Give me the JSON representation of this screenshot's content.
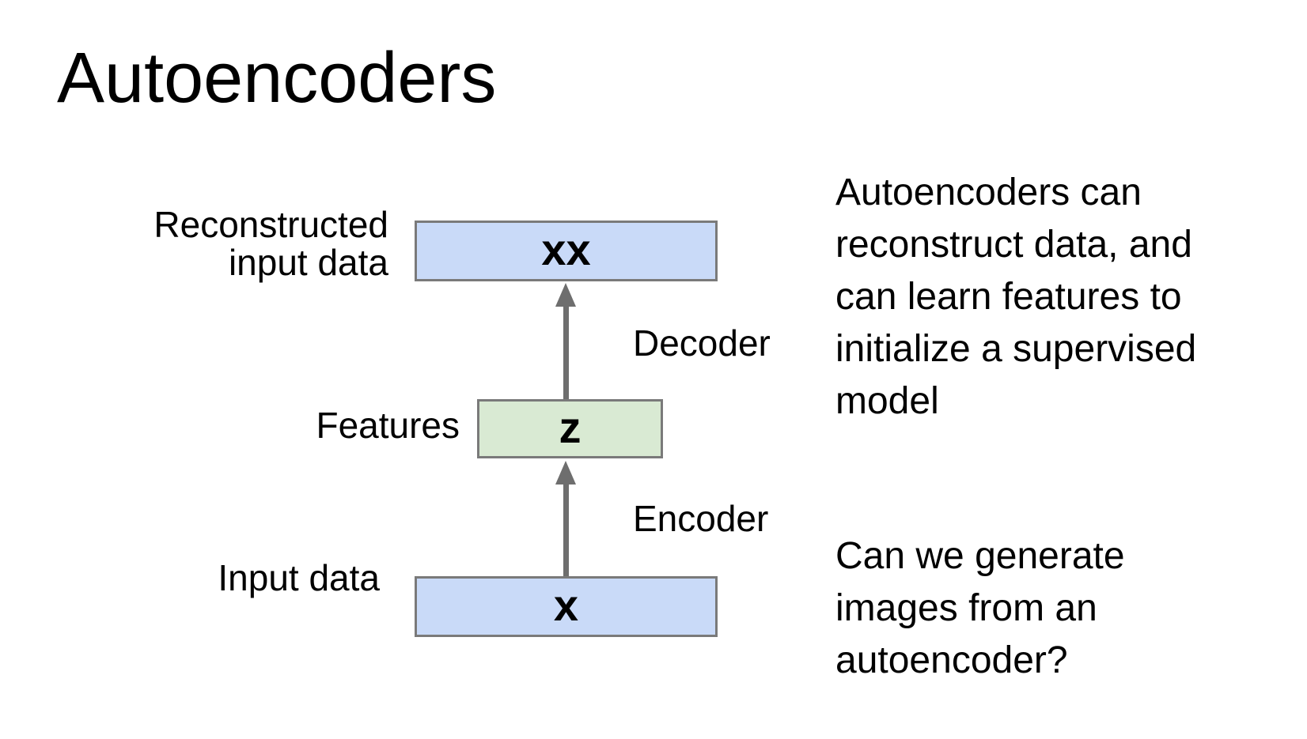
{
  "slide": {
    "title": "Autoencoders",
    "side_text": {
      "paragraph1": "Autoencoders can\nreconstruct data, and\ncan learn features to\ninitialize a supervised\nmodel",
      "paragraph2": "Can we generate\nimages from an\nautoencoder?"
    },
    "diagram": {
      "boxes": {
        "reconstructed": {
          "label": "Reconstructed\ninput data",
          "symbol": "xx",
          "fill": "#c9daf8"
        },
        "features": {
          "label": "Features",
          "symbol": "z",
          "fill": "#d9ead3"
        },
        "input": {
          "label": "Input data",
          "symbol": "x",
          "fill": "#c9daf8"
        }
      },
      "edges": {
        "decoder": {
          "label": "Decoder",
          "from": "features",
          "to": "reconstructed"
        },
        "encoder": {
          "label": "Encoder",
          "from": "input",
          "to": "features"
        }
      },
      "colors": {
        "blue_box_fill": "#c9daf8",
        "green_box_fill": "#d9ead3",
        "box_border": "#7a7a7a",
        "arrow": "#6e6e6e",
        "text": "#000000",
        "background": "#ffffff"
      }
    }
  }
}
